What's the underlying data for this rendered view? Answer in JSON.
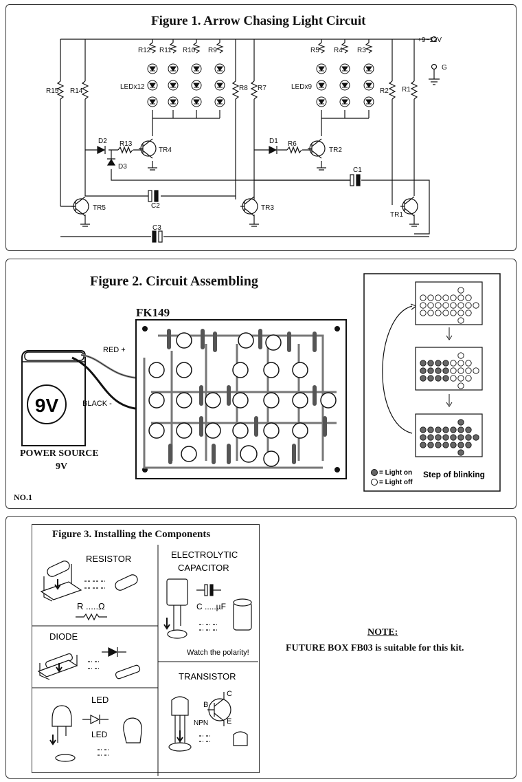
{
  "figure1": {
    "title": "Figure 1. Arrow Chasing Light Circuit",
    "supply": "+9~12V",
    "ground": "G",
    "led_group_left": "LEDx12",
    "led_group_right": "LEDx9",
    "resistors": [
      "R15",
      "R14",
      "R12",
      "R11",
      "R10",
      "R9",
      "R8",
      "R7",
      "R6",
      "R5",
      "R4",
      "R3",
      "R2",
      "R1",
      "R13"
    ],
    "transistors": [
      "TR4",
      "TR2",
      "TR5",
      "TR3",
      "TR1"
    ],
    "diodes": [
      "D2",
      "D3",
      "D1"
    ],
    "capacitors": [
      "C1",
      "C2",
      "C3"
    ]
  },
  "figure2": {
    "title": "Figure 2. Circuit Assembling",
    "board_name": "FK149",
    "wire_red": "RED +",
    "wire_black": "BLACK -",
    "battery_label": "9V",
    "power_source": "POWER SOURCE",
    "power_voltage": "9V",
    "page_no": "NO.1",
    "legend_on": "= Light on",
    "legend_off": "= Light off",
    "steps_caption": "Step of blinking"
  },
  "figure3": {
    "title": "Figure 3. Installing the Components",
    "resistor": {
      "heading": "RESISTOR",
      "unit": "R .....Ω"
    },
    "capacitor": {
      "heading_line1": "ELECTROLYTIC",
      "heading_line2": "CAPACITOR",
      "unit": "C .....µF",
      "polarity": "Watch the polarity!"
    },
    "diode": {
      "heading": "DIODE"
    },
    "led": {
      "heading": "LED",
      "label": "LED"
    },
    "transistor": {
      "heading": "TRANSISTOR",
      "type": "NPN",
      "pin_b": "B",
      "pin_c": "C",
      "pin_e": "E"
    }
  },
  "note": {
    "heading": "NOTE:",
    "text": "FUTURE BOX FB03 is suitable for this kit."
  }
}
